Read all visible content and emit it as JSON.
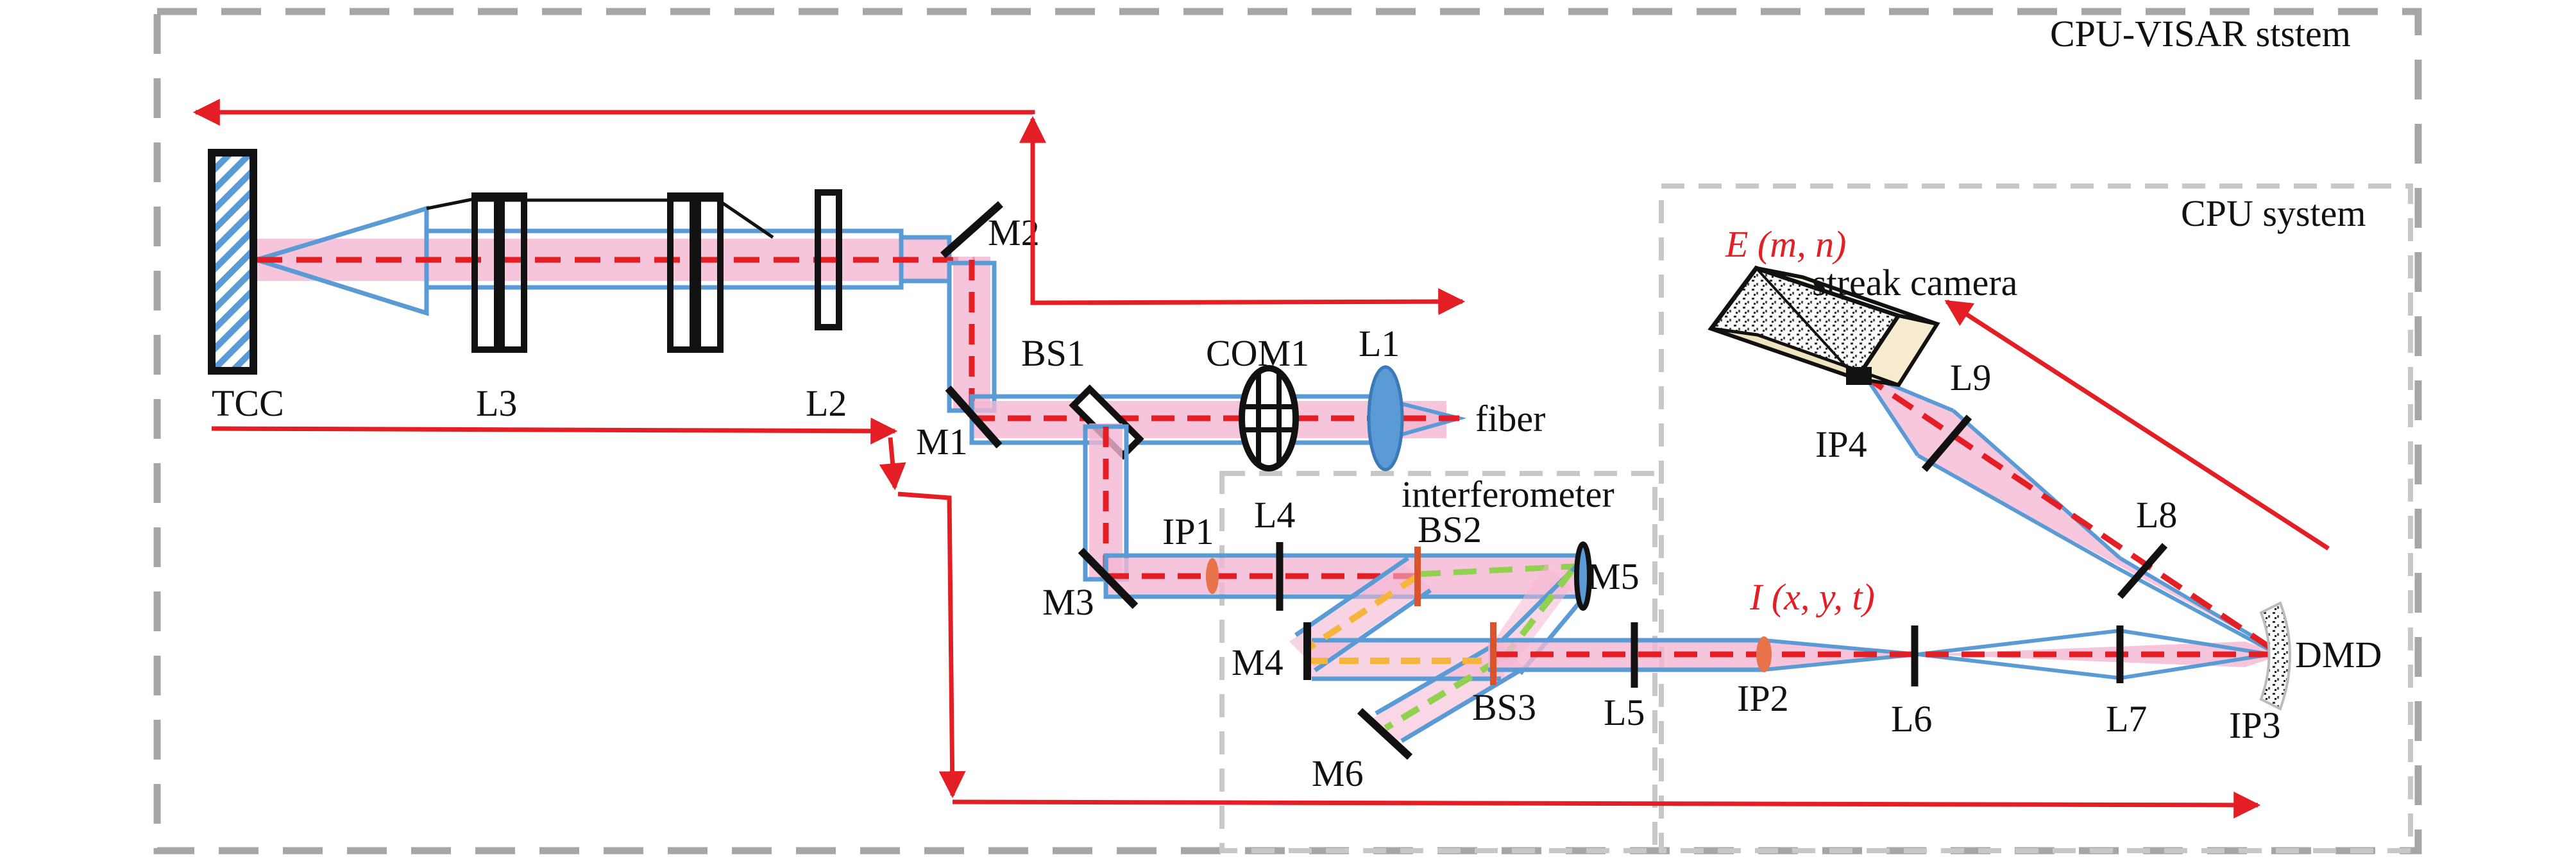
{
  "titles": {
    "outer": "CPU-VISAR ststem",
    "inner": "CPU system",
    "interferometer": "interferometer"
  },
  "labels": {
    "tcc": "TCC",
    "l3": "L3",
    "l2": "L2",
    "m2": "M2",
    "m1": "M1",
    "bs1": "BS1",
    "com1": "COM1",
    "l1": "L1",
    "fiber": "fiber",
    "m3": "M3",
    "ip1": "IP1",
    "l4": "L4",
    "bs2": "BS2",
    "m5": "M5",
    "m4": "M4",
    "bs3": "BS3",
    "m6": "M6",
    "l5": "L5",
    "ip2": "IP2",
    "l6": "L6",
    "l7": "L7",
    "ip3": "IP3",
    "dmd": "DMD",
    "l8": "L8",
    "l9": "L9",
    "ip4": "IP4",
    "streak_camera": "streak camera"
  },
  "math_labels": {
    "e_mn": "E (m, n)",
    "i_xyt": "I (x, y, t)"
  },
  "colors": {
    "beam_blue": "#5b9bd5",
    "beam_pink": "#f4b6d2",
    "laser_red": "#e31e24",
    "arrow_red": "#e31e24",
    "dash_green": "#92d050",
    "dash_orange": "#f5b43c",
    "box_gray": "#a6a6a6"
  }
}
